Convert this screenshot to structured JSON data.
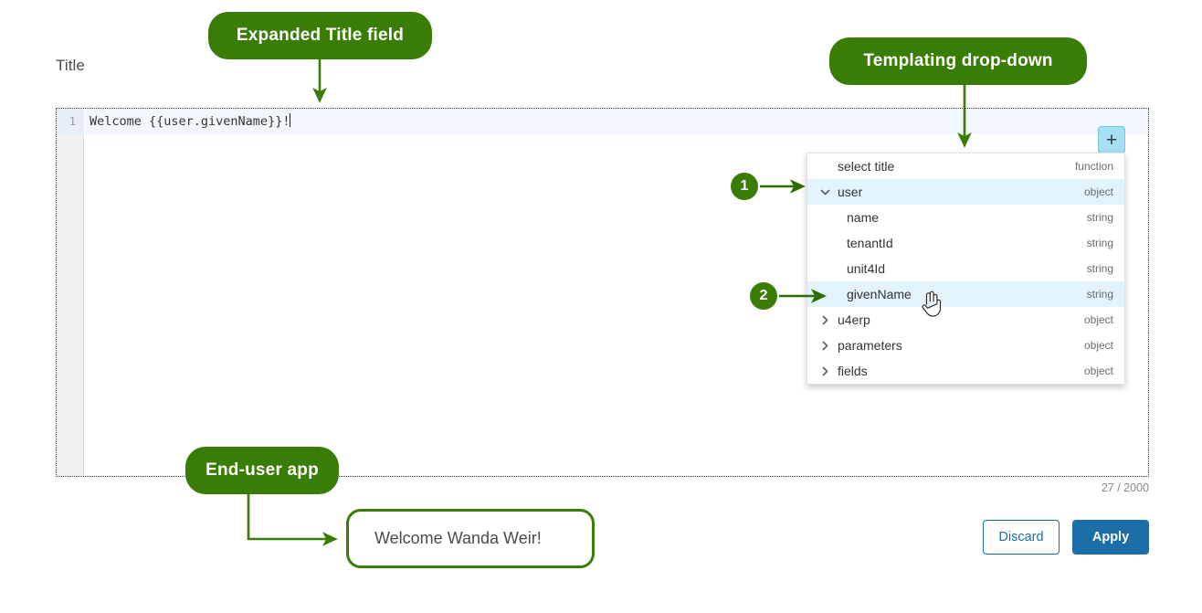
{
  "form": {
    "field_label": "Title",
    "char_counter": "27 / 2000",
    "discard_label": "Discard",
    "apply_label": "Apply"
  },
  "editor": {
    "line_number": "1",
    "code_text": "Welcome {{user.givenName}}!",
    "add_button_label": "+"
  },
  "dropdown": {
    "rows": [
      {
        "label": "select title",
        "type": "function",
        "indent": 0,
        "caret": "none",
        "selected": false
      },
      {
        "label": "user",
        "type": "object",
        "indent": 0,
        "caret": "expanded",
        "selected": true
      },
      {
        "label": "name",
        "type": "string",
        "indent": 1,
        "caret": "none",
        "selected": false
      },
      {
        "label": "tenantId",
        "type": "string",
        "indent": 1,
        "caret": "none",
        "selected": false
      },
      {
        "label": "unit4Id",
        "type": "string",
        "indent": 1,
        "caret": "none",
        "selected": false
      },
      {
        "label": "givenName",
        "type": "string",
        "indent": 1,
        "caret": "none",
        "selected": true
      },
      {
        "label": "u4erp",
        "type": "object",
        "indent": 0,
        "caret": "collapsed",
        "selected": false
      },
      {
        "label": "parameters",
        "type": "object",
        "indent": 0,
        "caret": "collapsed",
        "selected": false
      },
      {
        "label": "fields",
        "type": "object",
        "indent": 0,
        "caret": "collapsed",
        "selected": false
      }
    ]
  },
  "end_user_app": {
    "rendered_text": "Welcome Wanda Weir!"
  },
  "annotations": {
    "callout_title": "Expanded Title field",
    "callout_templating": "Templating drop-down",
    "callout_enduser": "End-user app",
    "badge_1": "1",
    "badge_2": "2"
  },
  "colors": {
    "annotation_green": "#3a7d06",
    "primary_blue": "#1b6ea8",
    "add_button_blue": "#a7dff2",
    "selected_row": "#e3f3fb",
    "active_line": "#f2f7fd"
  }
}
